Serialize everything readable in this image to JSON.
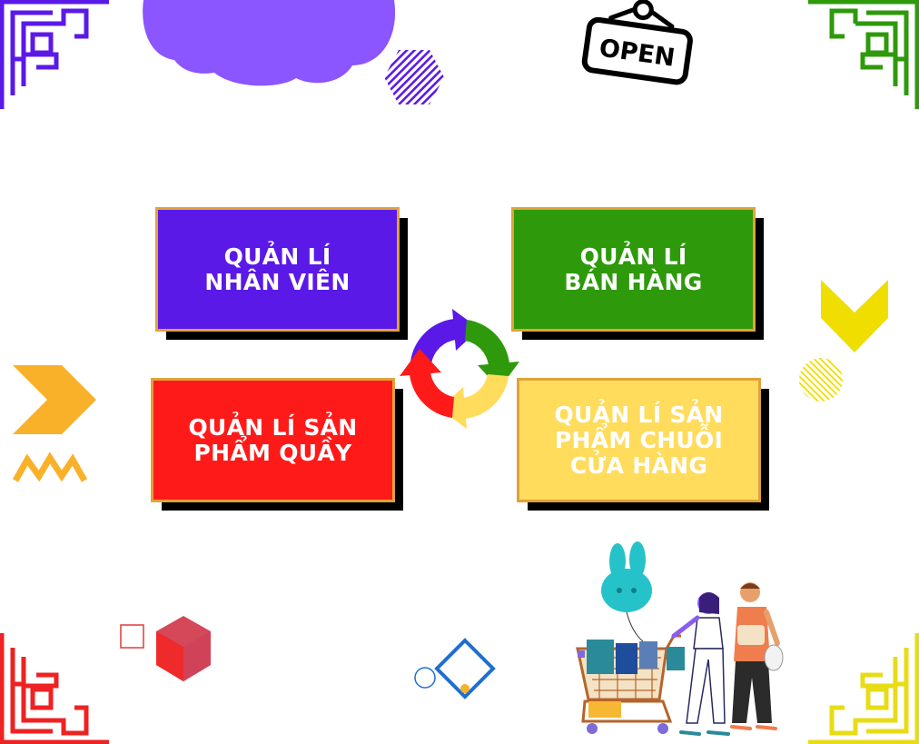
{
  "sign": {
    "text": "OPEN"
  },
  "cards": [
    {
      "label": "QUẢN LÍ\nNHÂN VIÊN",
      "color": "#5b19e8"
    },
    {
      "label": "QUẢN LÍ\nBÁN HÀNG",
      "color": "#2e9a0b"
    },
    {
      "label": "QUẢN LÍ SẢN\nPHẨM QUẦY",
      "color": "#ff1a1a"
    },
    {
      "label": "QUẢN LÍ SẢN\nPHẨM CHUỖI\nCỬA HÀNG",
      "color": "#ffdc5c"
    }
  ],
  "cycle_colors": [
    "#5b19e8",
    "#2e9a0b",
    "#ffdc5c",
    "#ff1a1a"
  ],
  "accent_colors": {
    "purple": "#8b55ff",
    "green": "#2e9a0b",
    "red": "#ee2222",
    "yellow": "#f0de00",
    "orange": "#f9b12a",
    "blue": "#1f6fd0"
  }
}
